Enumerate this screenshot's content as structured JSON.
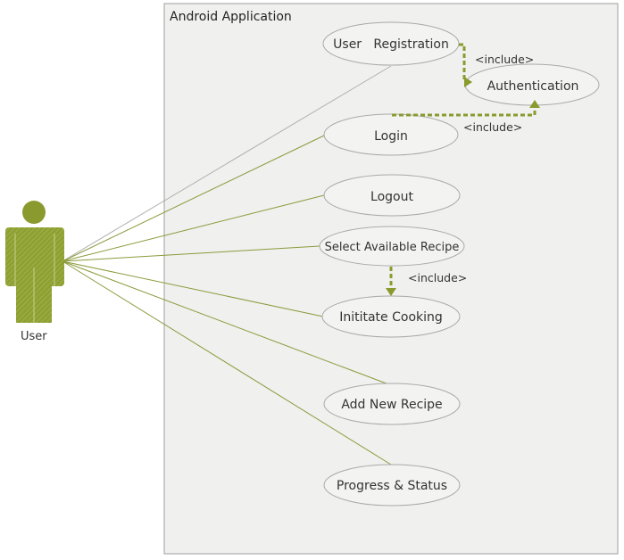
{
  "system": {
    "title": "Android Application"
  },
  "actor": {
    "label": "User"
  },
  "use_cases": [
    {
      "id": "registration",
      "label": "User   Registration"
    },
    {
      "id": "authentication",
      "label": "Authentication"
    },
    {
      "id": "login",
      "label": "Login"
    },
    {
      "id": "logout",
      "label": "Logout"
    },
    {
      "id": "select_recipe",
      "label": "Select Available Recipe"
    },
    {
      "id": "initiate_cooking",
      "label": "Inititate Cooking"
    },
    {
      "id": "add_recipe",
      "label": "Add New Recipe"
    },
    {
      "id": "progress",
      "label": "Progress & Status"
    }
  ],
  "includes": [
    {
      "label": "<include>"
    },
    {
      "label": "<include>"
    },
    {
      "label": "<include>"
    }
  ],
  "colors": {
    "accent": "#8a9a2e",
    "line": "#8c9a3c",
    "gray_line": "#b0b0b0",
    "system_fill": "#f0f0ee",
    "ellipse_fill": "#f3f3f1",
    "ellipse_stroke": "#a9a9a9"
  }
}
